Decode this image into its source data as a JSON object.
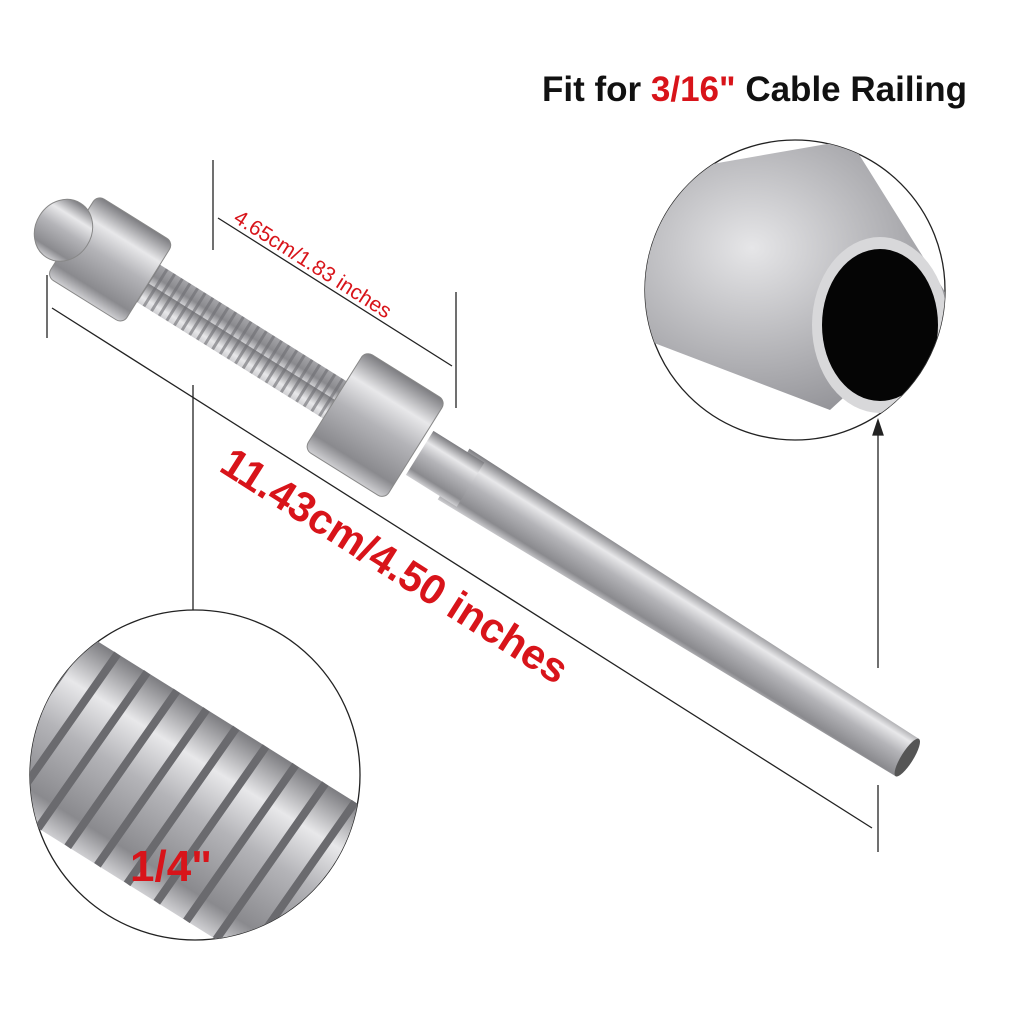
{
  "title": {
    "prefix": "Fit for ",
    "highlight": "3/16\"",
    "suffix": " Cable Railing"
  },
  "dimensions": {
    "thread_length": "4.65cm/1.83 inches",
    "total_length": "11.43cm/4.50 inches",
    "thread_size": "1/4\""
  },
  "colors": {
    "accent": "#d8141a",
    "text": "#111111",
    "steel": "#b8b8bc"
  }
}
